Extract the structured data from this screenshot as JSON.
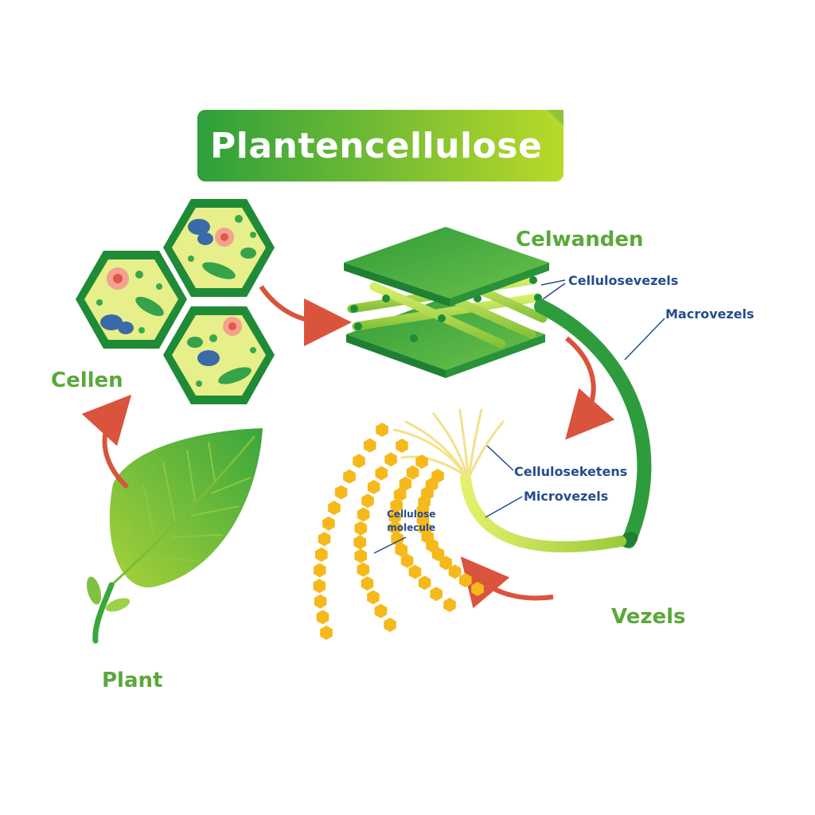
{
  "colors": {
    "title_gradient_start": "#2e9f3c",
    "title_gradient_end": "#b9d92a",
    "stage_label": "#5aa83a",
    "callout_label": "#264c8c",
    "arrow": "#d9533d",
    "cellulose_chain": "#f6b91b"
  },
  "title": "Plantencellulose",
  "stages": {
    "plant": "Plant",
    "cells": "Cellen",
    "cell_walls": "Celwanden",
    "fibers": "Vezels"
  },
  "callouts": {
    "cellulose_fibers": "Cellulosevezels",
    "macrofibers": "Macrovezels",
    "cellulose_chains": "Celluloseketens",
    "microfibers": "Microvezels",
    "cellulose_molecule_line1": "Cellulose",
    "cellulose_molecule_line2": "molecule"
  }
}
